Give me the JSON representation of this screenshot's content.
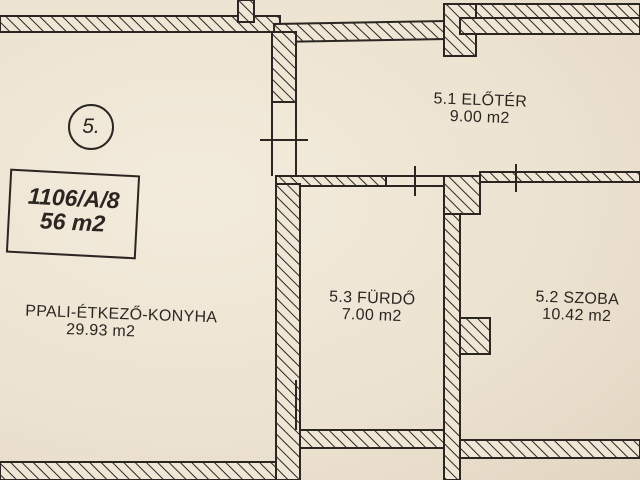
{
  "plan": {
    "unit_number": "5.",
    "id_box": {
      "parcel": "1106/A/8",
      "total_area": "56 m2"
    },
    "rooms": [
      {
        "id": "living",
        "name": "PPALI-ÉTKEZŐ-KONYHA",
        "area": "29.93 m2"
      },
      {
        "id": "hall",
        "name": "5.1 ELŐTÉR",
        "area": "9.00 m2"
      },
      {
        "id": "bath",
        "name": "5.3 FÜRDŐ",
        "area": "7.00 m2"
      },
      {
        "id": "room",
        "name": "5.2 SZOBA",
        "area": "10.42 m2"
      }
    ],
    "colors": {
      "paper": "#efe6d6",
      "ink": "#2b2622"
    }
  }
}
